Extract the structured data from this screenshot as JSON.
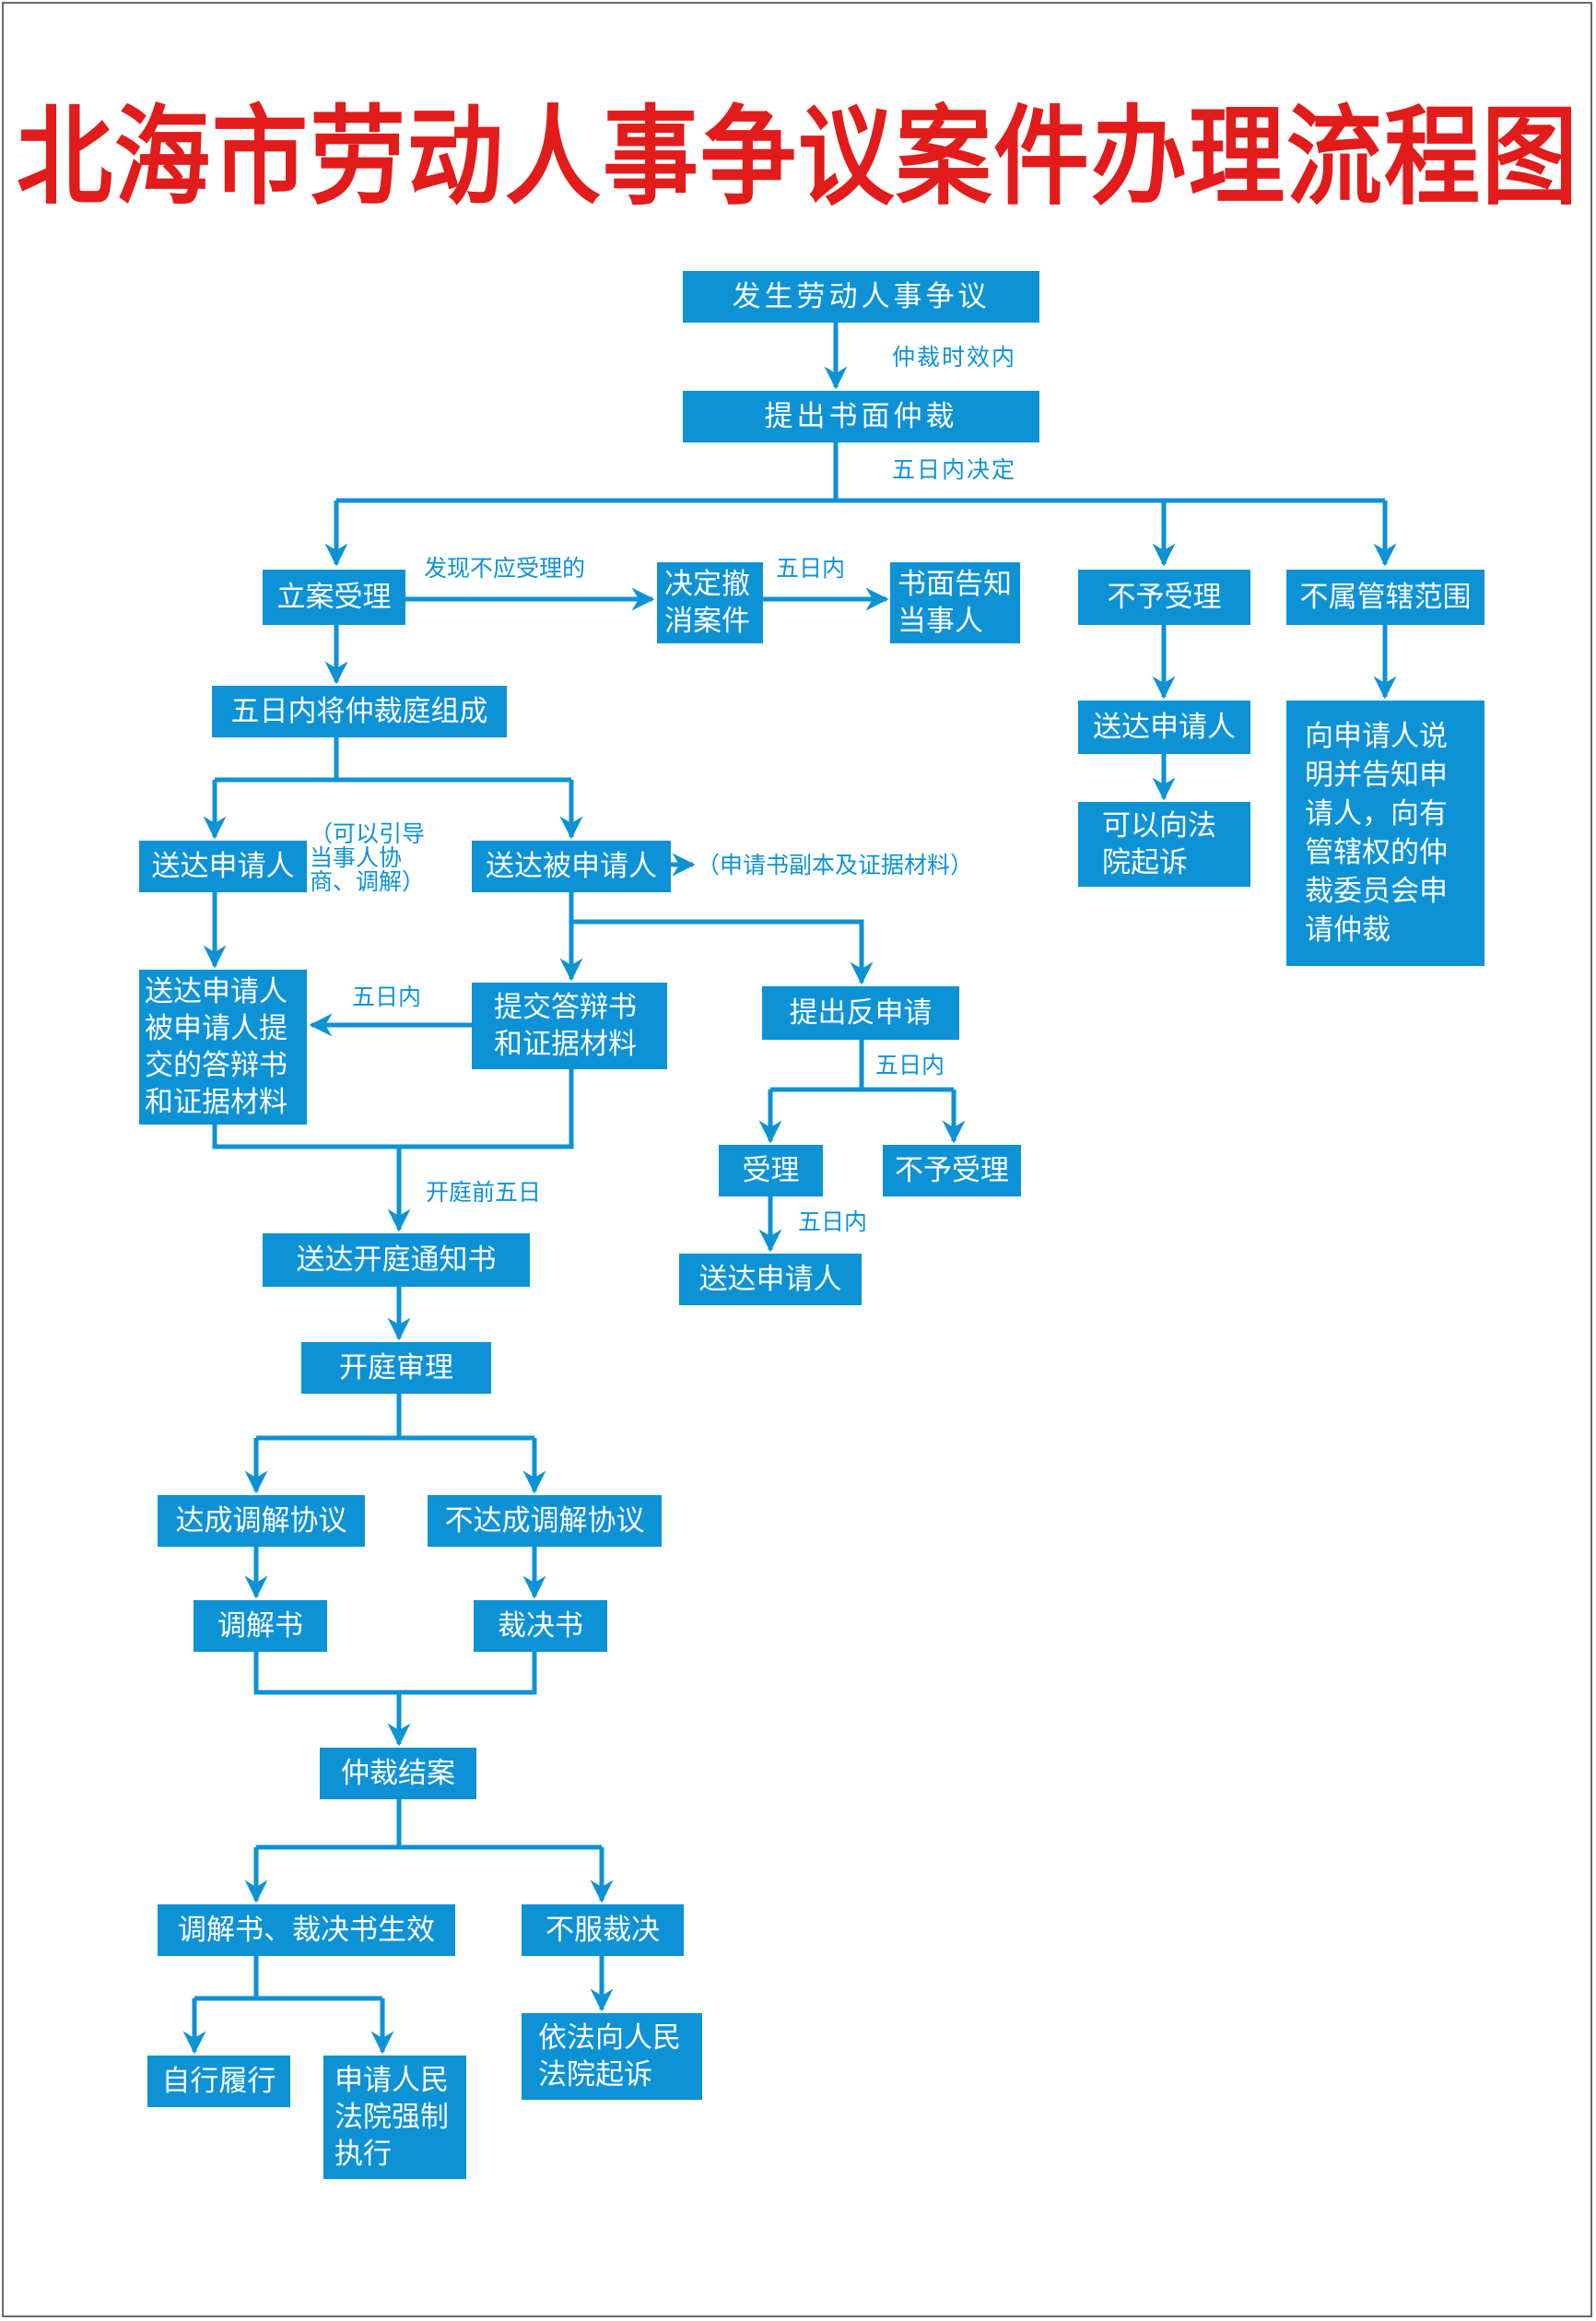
{
  "title": "北海市劳动人事争议案件办理流程图",
  "nodes": {
    "dispute_occurs": "发生劳动人事争议",
    "written_arbitration": "提出书面仲裁",
    "case_filed": "立案受理",
    "revoke_case": "决定撤\n消案件",
    "written_notice_parties": "书面告知\n当事人",
    "not_accepted": "不予受理",
    "outside_jurisdiction": "不属管辖范围",
    "form_tribunal": "五日内将仲裁庭组成",
    "deliver_applicant_notaccepted": "送达申请人",
    "may_sue_court": "可以向法\n院起诉",
    "jurisdiction_explain": "向申请人说\n明并告知申\n请人，向有\n管辖权的仲\n裁委员会申\n请仲裁",
    "deliver_applicant": "送达申请人",
    "deliver_respondent": "送达被申请人",
    "deliver_defense_to_applicant": "送达申请人\n被申请人提\n交的答辩书\n和证据材料",
    "submit_defense": "提交答辩书\n和证据材料",
    "counterclaim": "提出反申请",
    "counter_accepted": "受理",
    "counter_not_accepted": "不予受理",
    "counter_deliver_applicant": "送达申请人",
    "deliver_hearing_notice": "送达开庭通知书",
    "court_hearing": "开庭审理",
    "mediation_reached": "达成调解协议",
    "mediation_not_reached": "不达成调解协议",
    "mediation_document": "调解书",
    "award": "裁决书",
    "arbitration_closed": "仲裁结案",
    "documents_effective": "调解书、裁决书生效",
    "disagree_award": "不服裁决",
    "self_perform": "自行履行",
    "apply_enforcement": "申请人民\n法院强制\n执行",
    "sue_people_court": "依法向人民\n法院起诉"
  },
  "labels": {
    "within_limitation": "仲裁时效内",
    "decide_five_days": "五日内决定",
    "found_not_acceptable": "发现不应受理的",
    "five_days_a": "五日内",
    "guide_negotiation": "（可以引导\n当事人协\n商、调解）",
    "copy_and_evidence": "（申请书副本及证据材料）",
    "five_days_b": "五日内",
    "five_days_c": "五日内",
    "five_days_d": "五日内",
    "five_days_before_hearing": "开庭前五日"
  },
  "colors": {
    "box_fill": "#0d92d6",
    "box_text": "#ffffff",
    "connector": "#0d92d6",
    "title": "#e21b1b"
  }
}
